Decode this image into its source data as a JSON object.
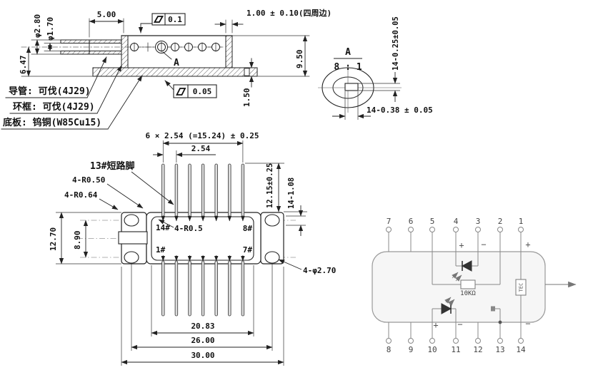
{
  "side_view": {
    "dim_snout": "5.00",
    "tol_top": "0.1",
    "dim_wall": "1.00 ± 0.10(四周边)",
    "dim_phi_outer": "φ2.80",
    "dim_phi_inner": "φ1.70",
    "dim_height_front": "6.47",
    "dim_height_total": "9.50",
    "dim_base_thickness": "1.50",
    "tol_bottom": "0.05",
    "detail_marker": "A",
    "note_tube": "导管: 可伐(4J29)",
    "note_ring": "环框: 可伐(4J29)",
    "note_base": "底板: 钨铜(W85Cu15)"
  },
  "detail_a": {
    "title": "A",
    "scale": "8 : 1",
    "dim_thickness": "14-0.25±0.05",
    "dim_width": "14-0.38 ± 0.05"
  },
  "top_view": {
    "dim_pitch_total": "6 × 2.54 (=15.24) ± 0.25",
    "dim_pitch": "2.54",
    "label_short_pin": "13#短路脚",
    "label_r_body": "4-R0.50",
    "label_r_flange": "4-R0.64",
    "label_r_cavity": "4-R0.5",
    "dim_height": "12.70",
    "dim_hole_span": "8.90",
    "dim_pin_length": "12.15±0.25",
    "dim_pin_width": "14-1.08",
    "label_hole_dia": "4-φ2.70",
    "dim_cavity_width": "20.83",
    "dim_hole_width": "26.00",
    "dim_total_width": "30.00",
    "pin_14": "14#",
    "pin_8": "8#",
    "pin_1": "1#",
    "pin_7": "7#"
  },
  "schematic": {
    "top_pins": [
      "7",
      "6",
      "5",
      "4",
      "3",
      "2",
      "1"
    ],
    "bottom_pins": [
      "8",
      "9",
      "10",
      "11",
      "12",
      "13",
      "14"
    ],
    "resistor": "10KΩ",
    "tec": "TEC",
    "pd_plus": "+",
    "pd_minus": "−",
    "ld_plus": "+",
    "ld_minus": "−",
    "tec_plus": "+",
    "tec_minus": "−"
  }
}
